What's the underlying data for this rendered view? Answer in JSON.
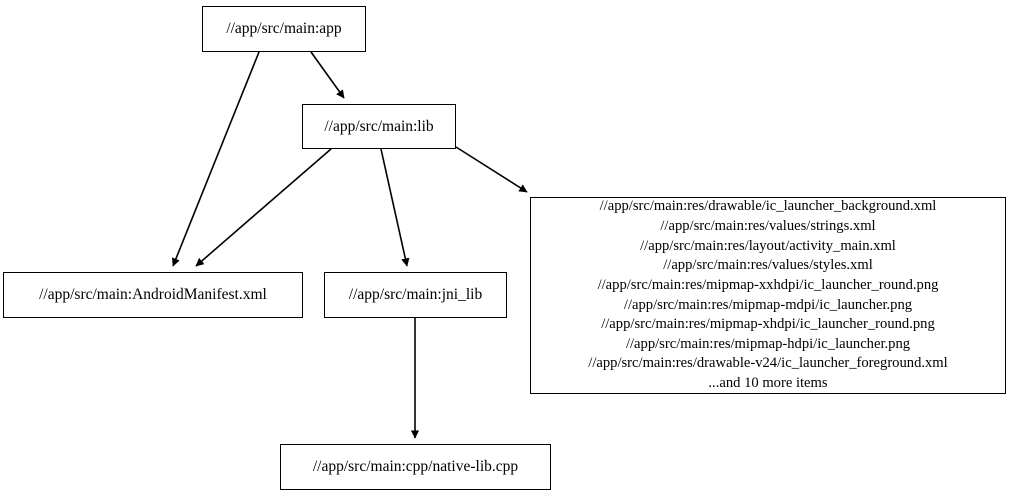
{
  "graph": {
    "type": "directed-dependency-graph",
    "background_color": "#ffffff",
    "node_border_color": "#000000",
    "edge_color": "#000000",
    "text_color": "#000000",
    "nodes": [
      {
        "id": "app",
        "label": "//app/src/main:app"
      },
      {
        "id": "lib",
        "label": "//app/src/main:lib"
      },
      {
        "id": "manifest",
        "label": "//app/src/main:AndroidManifest.xml"
      },
      {
        "id": "jni_lib",
        "label": "//app/src/main:jni_lib"
      },
      {
        "id": "res",
        "label": "//app/src/main:res/drawable/ic_launcher_background.xml\n//app/src/main:res/values/strings.xml\n//app/src/main:res/layout/activity_main.xml\n//app/src/main:res/values/styles.xml\n//app/src/main:res/mipmap-xxhdpi/ic_launcher_round.png\n//app/src/main:res/mipmap-mdpi/ic_launcher.png\n//app/src/main:res/mipmap-xhdpi/ic_launcher_round.png\n//app/src/main:res/mipmap-hdpi/ic_launcher.png\n//app/src/main:res/drawable-v24/ic_launcher_foreground.xml\n...and 10 more items",
        "lines": [
          "//app/src/main:res/drawable/ic_launcher_background.xml",
          "//app/src/main:res/values/strings.xml",
          "//app/src/main:res/layout/activity_main.xml",
          "//app/src/main:res/values/styles.xml",
          "//app/src/main:res/mipmap-xxhdpi/ic_launcher_round.png",
          "//app/src/main:res/mipmap-mdpi/ic_launcher.png",
          "//app/src/main:res/mipmap-xhdpi/ic_launcher_round.png",
          "//app/src/main:res/mipmap-hdpi/ic_launcher.png",
          "//app/src/main:res/drawable-v24/ic_launcher_foreground.xml",
          "...and 10 more items"
        ]
      },
      {
        "id": "native_lib",
        "label": "//app/src/main:cpp/native-lib.cpp"
      }
    ],
    "edges": [
      {
        "from": "app",
        "to": "manifest"
      },
      {
        "from": "app",
        "to": "lib"
      },
      {
        "from": "lib",
        "to": "manifest"
      },
      {
        "from": "lib",
        "to": "jni_lib"
      },
      {
        "from": "lib",
        "to": "res"
      },
      {
        "from": "jni_lib",
        "to": "native_lib"
      }
    ]
  }
}
